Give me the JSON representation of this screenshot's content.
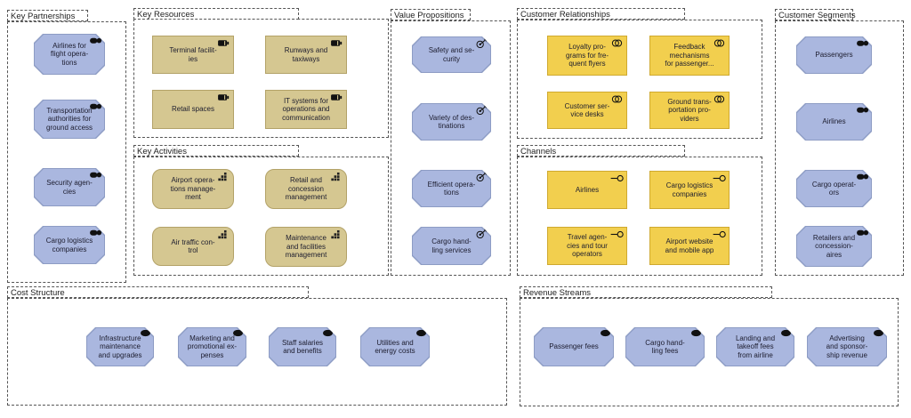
{
  "colors": {
    "stakeholder_blue": "#aab7df",
    "resource_tan": "#d5c791",
    "application_yellow": "#f2cf4e",
    "group_border": "#555555"
  },
  "groups": [
    {
      "label": "Key Partnerships",
      "icon": "role-icon",
      "items": [
        {
          "label": "Airlines for\nflight opera-\ntions"
        },
        {
          "label": "Transportation\nauthorities for\nground access"
        },
        {
          "label": "Security agen-\ncies"
        },
        {
          "label": "Cargo logistics\ncompanies"
        }
      ]
    },
    {
      "label": "Key Resources",
      "icon": "resource-icon",
      "items": [
        {
          "label": "Terminal facilit-\nies"
        },
        {
          "label": "Runways and\ntaxiways"
        },
        {
          "label": "Retail spaces"
        },
        {
          "label": "IT systems for\noperations and\ncommunication"
        }
      ]
    },
    {
      "label": "Key Activities",
      "icon": "capability-icon",
      "items": [
        {
          "label": "Airport opera-\ntions manage-\nment"
        },
        {
          "label": "Retail and\nconcession\nmanagement"
        },
        {
          "label": "Air traffic con-\ntrol"
        },
        {
          "label": "Maintenance\nand facilities\nmanagement"
        }
      ]
    },
    {
      "label": "Value Propositions",
      "icon": "outcome-icon",
      "items": [
        {
          "label": "Safety and se-\ncurity"
        },
        {
          "label": "Variety of des-\ntinations"
        },
        {
          "label": "Efficient opera-\ntions"
        },
        {
          "label": "Cargo hand-\nling services"
        }
      ]
    },
    {
      "label": "Customer Relationships",
      "icon": "interaction-icon",
      "items": [
        {
          "label": "Loyalty pro-\ngrams for fre-\nquent flyers"
        },
        {
          "label": "Feedback\nmechanisms\nfor passenger..."
        },
        {
          "label": "Customer ser-\nvice desks"
        },
        {
          "label": "Ground trans-\nportation pro-\nviders"
        }
      ]
    },
    {
      "label": "Channels",
      "icon": "interface-icon",
      "items": [
        {
          "label": "Airlines"
        },
        {
          "label": "Cargo logistics\ncompanies"
        },
        {
          "label": "Travel agen-\ncies and tour\noperators"
        },
        {
          "label": "Airport website\nand mobile app"
        }
      ]
    },
    {
      "label": "Customer Segments",
      "icon": "role-icon",
      "items": [
        {
          "label": "Passengers"
        },
        {
          "label": "Airlines"
        },
        {
          "label": "Cargo operat-\nors"
        },
        {
          "label": "Retailers and\nconcession-\naires"
        }
      ]
    },
    {
      "label": "Cost Structure",
      "icon": "value-ellipse-icon",
      "items": [
        {
          "label": "Infrastructure\nmaintenance\nand upgrades"
        },
        {
          "label": "Marketing and\npromotional ex-\npenses"
        },
        {
          "label": "Staff salaries\nand benefits"
        },
        {
          "label": "Utilities and\nenergy costs"
        }
      ]
    },
    {
      "label": "Revenue Streams",
      "icon": "value-ellipse-icon",
      "items": [
        {
          "label": "Passenger fees"
        },
        {
          "label": "Cargo hand-\nling fees"
        },
        {
          "label": "Landing and\ntakeoff fees\nfrom airline"
        },
        {
          "label": "Advertising\nand sponsor-\nship revenue"
        }
      ]
    }
  ]
}
